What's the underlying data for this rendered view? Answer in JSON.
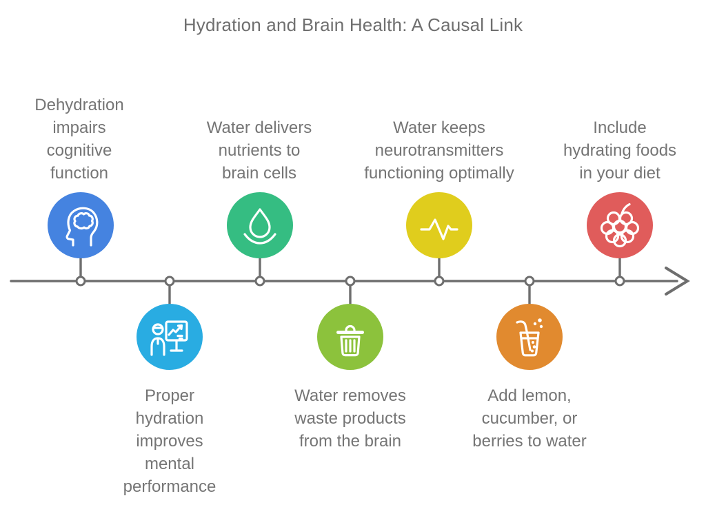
{
  "title": "Hydration and Brain Health: A Causal Link",
  "colors": {
    "line": "#6e6e6e",
    "text": "#757575"
  },
  "nodes": [
    {
      "label": "Dehydration impairs cognitive function",
      "icon": "head-brain-icon",
      "color": "#4583e0",
      "position": "above"
    },
    {
      "label": "Proper hydration improves mental performance",
      "icon": "presentation-chart-icon",
      "color": "#29ace2",
      "position": "below"
    },
    {
      "label": "Water delivers nutrients to brain cells",
      "icon": "water-drop-icon",
      "color": "#35bd82",
      "position": "above"
    },
    {
      "label": "Water removes waste products from the brain",
      "icon": "trash-can-icon",
      "color": "#8cc23c",
      "position": "below"
    },
    {
      "label": "Water keeps neurotransmitters functioning optimally",
      "icon": "pulse-wave-icon",
      "color": "#e0cd1d",
      "position": "above"
    },
    {
      "label": "Add lemon, cucumber, or berries to water",
      "icon": "infused-drink-icon",
      "color": "#e18a2f",
      "position": "below"
    },
    {
      "label": "Include hydrating foods in your diet",
      "icon": "raspberry-icon",
      "color": "#e05c5b",
      "position": "above"
    }
  ]
}
